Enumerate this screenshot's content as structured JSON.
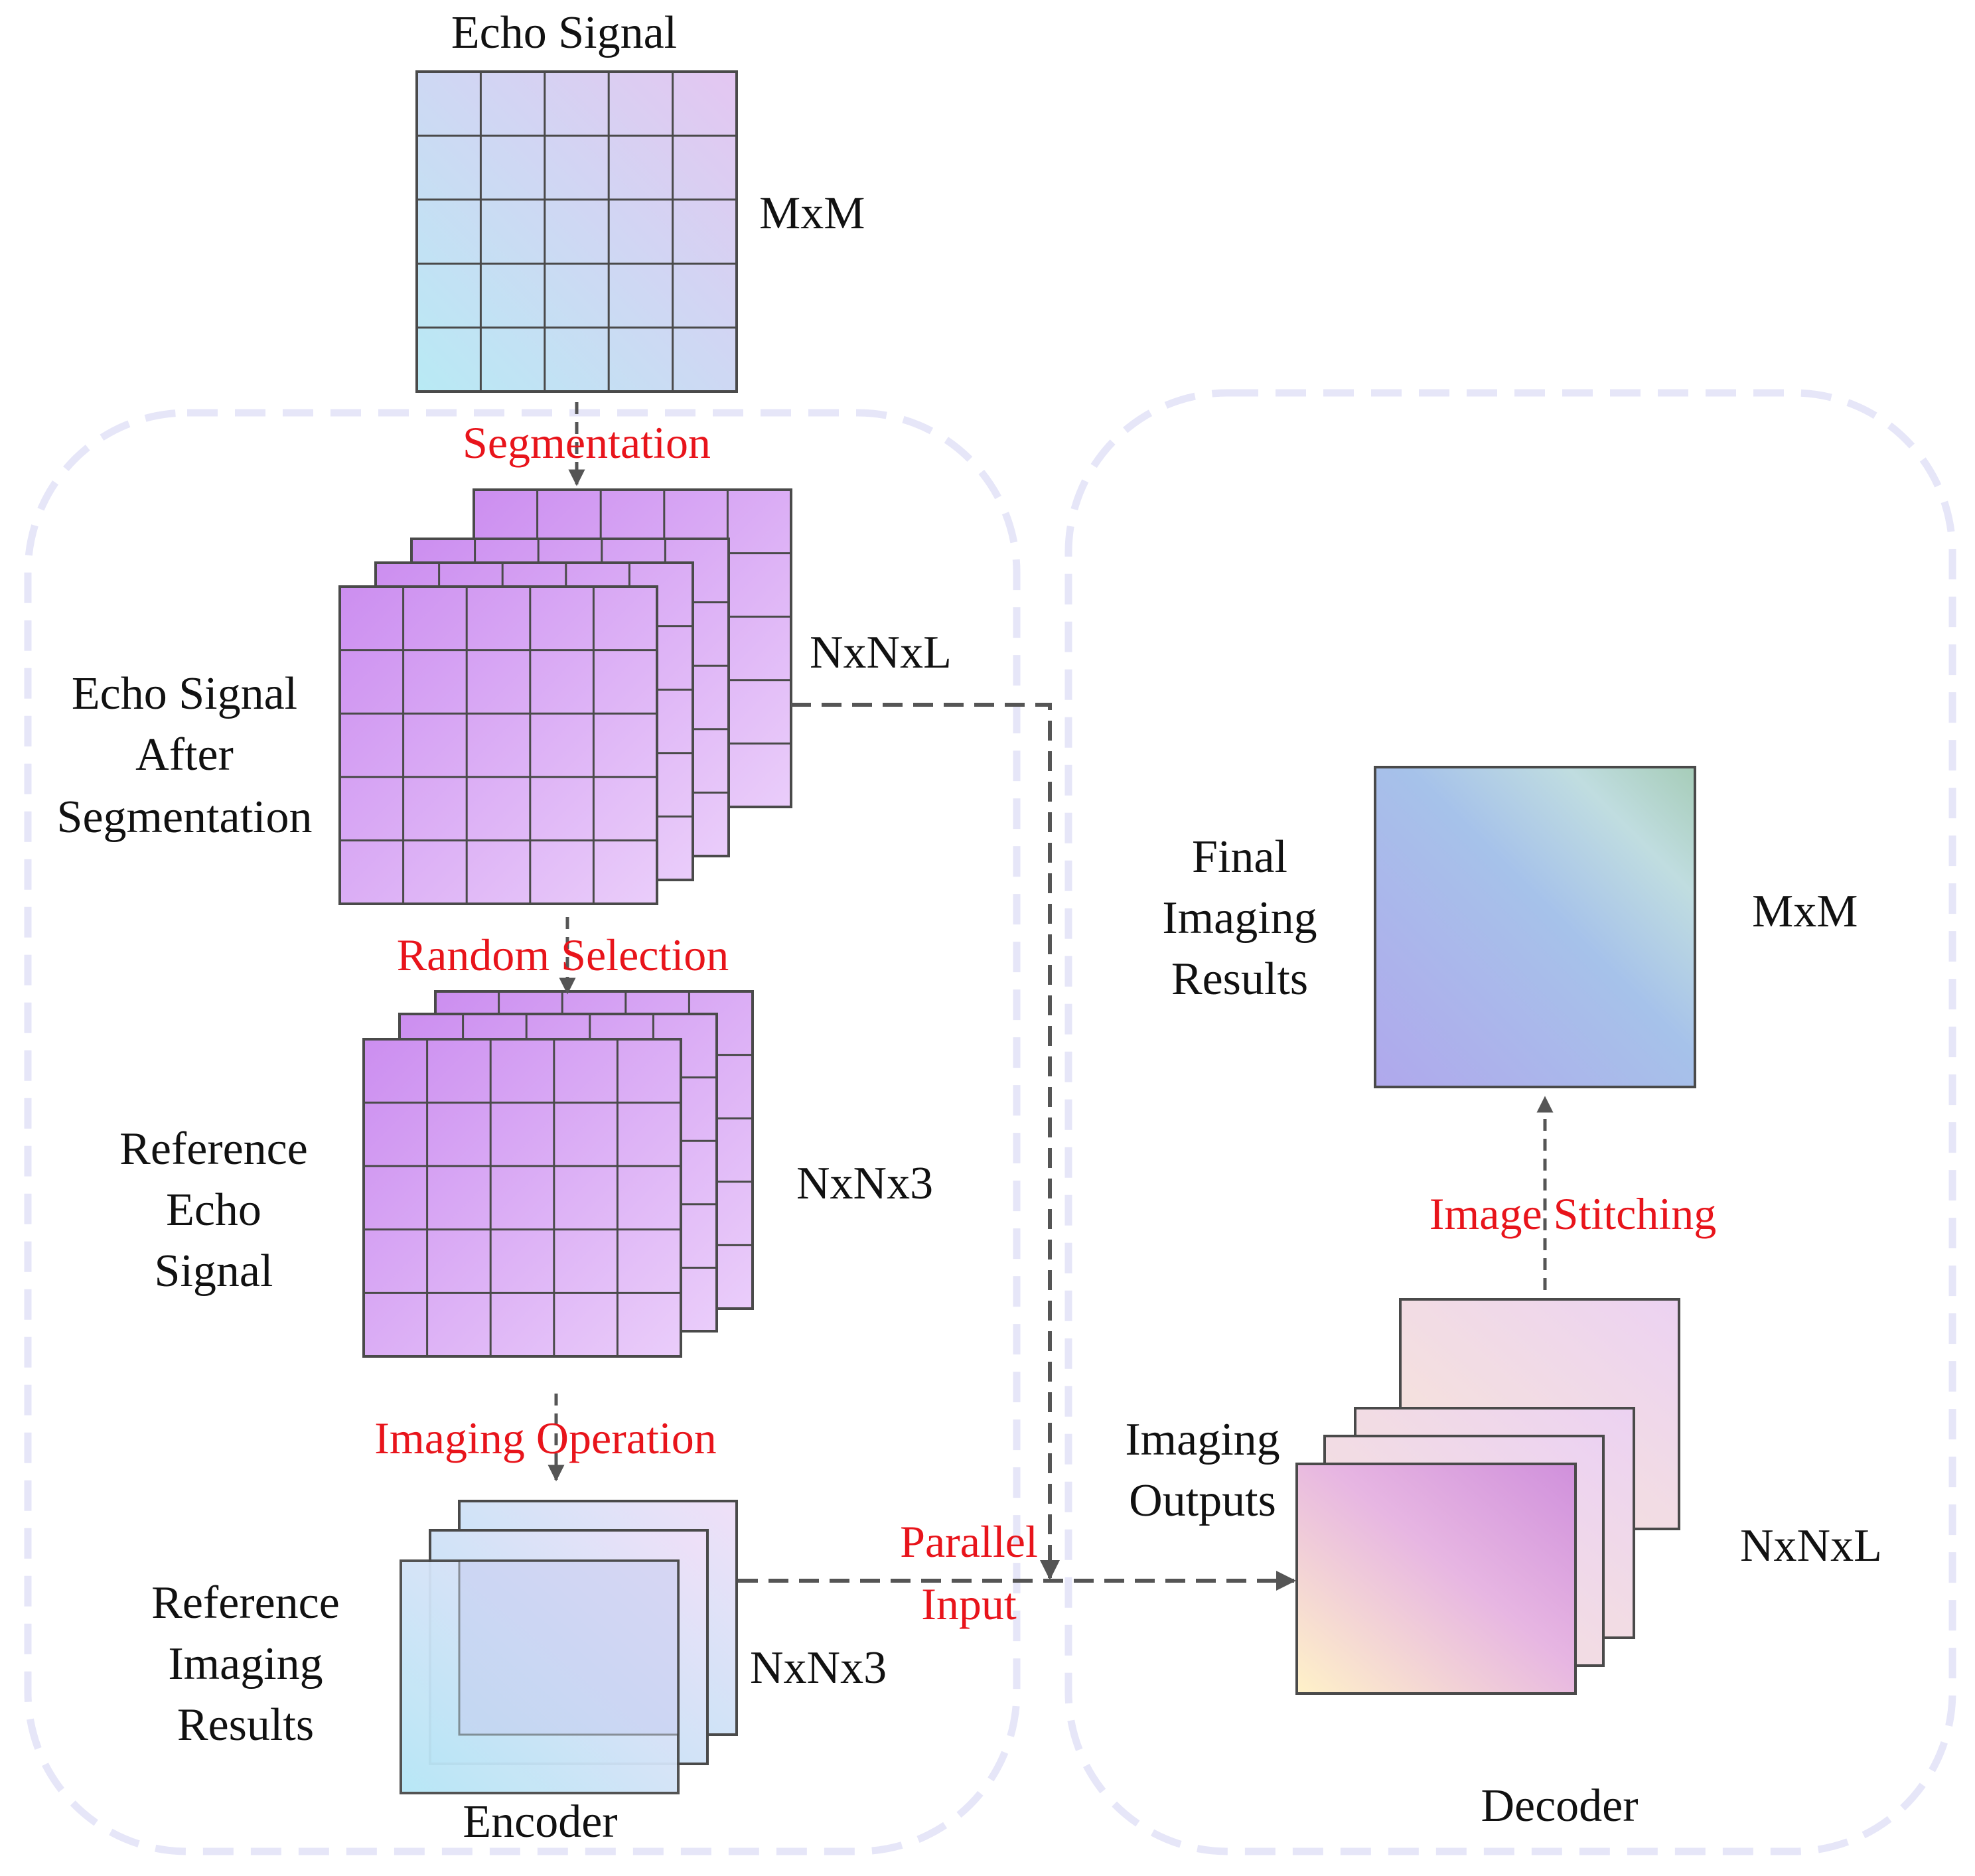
{
  "labels": {
    "echo_signal": "Echo Signal",
    "echo_dim": "MxM",
    "segmentation": "Segmentation",
    "after_seg_line1": "Echo Signal",
    "after_seg_line2": "After",
    "after_seg_line3": "Segmentation",
    "after_seg_dim": "NxNxL",
    "random_selection": "Random Selection",
    "ref_echo_line1": "Reference",
    "ref_echo_line2": "Echo",
    "ref_echo_line3": "Signal",
    "ref_echo_dim": "NxNx3",
    "imaging_operation": "Imaging Operation",
    "ref_img_line1": "Reference",
    "ref_img_line2": "Imaging",
    "ref_img_line3": "Results",
    "ref_img_dim": "NxNx3",
    "encoder": "Encoder",
    "parallel_line1": "Parallel",
    "parallel_line2": "Input",
    "outputs_line1": "Imaging",
    "outputs_line2": "Outputs",
    "outputs_dim": "NxNxL",
    "image_stitching": "Image Stitching",
    "final_line1": "Final",
    "final_line2": "Imaging",
    "final_line3": "Results",
    "final_dim": "MxM",
    "decoder": "Decoder"
  },
  "colors": {
    "step_label": "#e8141b",
    "region_border": "#e6e6f8",
    "connector": "#555555"
  }
}
